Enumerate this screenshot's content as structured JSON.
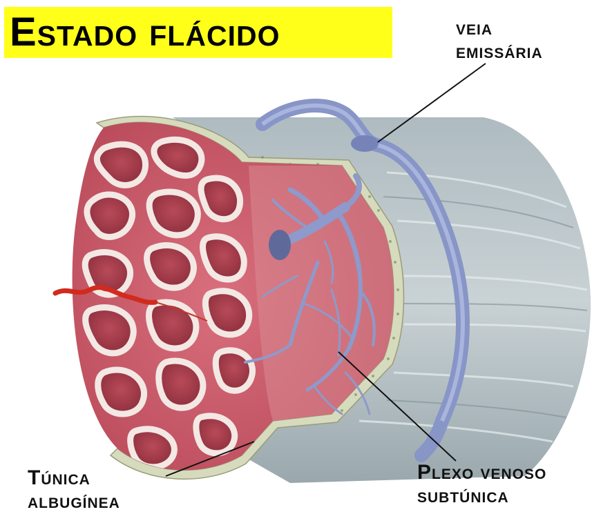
{
  "title": "Estado flácido",
  "labels": {
    "veia_emissaria": [
      "veia",
      "emissária"
    ],
    "tunica_albuginea": [
      "Túnica",
      "albugínea"
    ],
    "plexo_venoso": [
      "Plexo venoso",
      "subtúnica"
    ]
  },
  "colors": {
    "title_highlight": "#ffff1a",
    "tissue": "#c25060",
    "sinusoid_fill": "#a8404e",
    "vein": "#8f9ccc",
    "outer_surface": "#b9c4c8",
    "albuginea_layer": "#d8dcbe",
    "artery": "#d12b1e"
  }
}
